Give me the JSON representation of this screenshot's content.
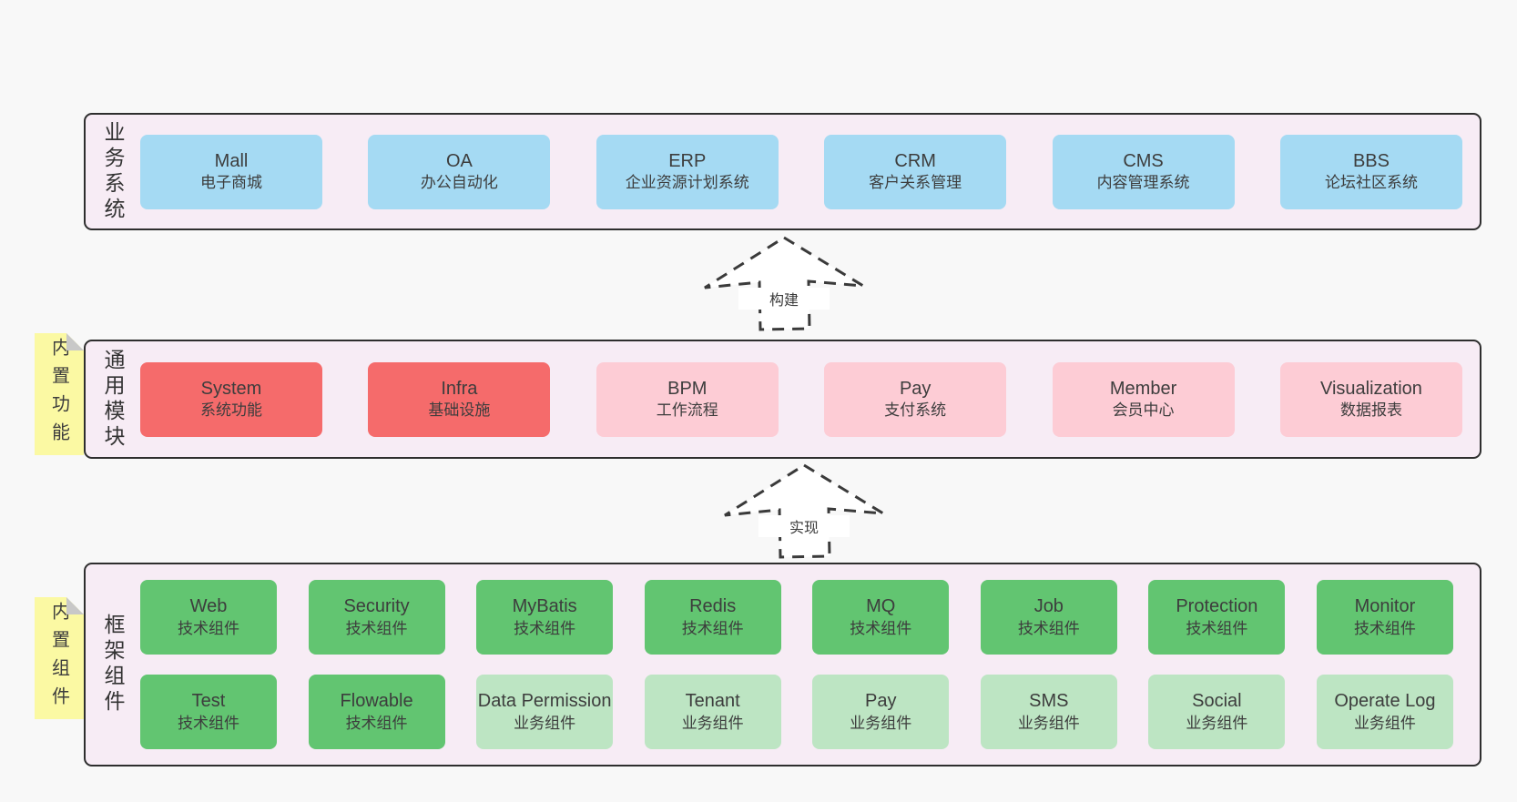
{
  "panels": {
    "business": {
      "label": "业务系统",
      "boxes": [
        {
          "name": "Mall",
          "desc": "电子商城"
        },
        {
          "name": "OA",
          "desc": "办公自动化"
        },
        {
          "name": "ERP",
          "desc": "企业资源计划系统"
        },
        {
          "name": "CRM",
          "desc": "客户关系管理"
        },
        {
          "name": "CMS",
          "desc": "内容管理系统"
        },
        {
          "name": "BBS",
          "desc": "论坛社区系统"
        }
      ]
    },
    "modules": {
      "label": "通用模块",
      "tab": "内置功能",
      "boxes": [
        {
          "name": "System",
          "desc": "系统功能"
        },
        {
          "name": "Infra",
          "desc": "基础设施"
        },
        {
          "name": "BPM",
          "desc": "工作流程"
        },
        {
          "name": "Pay",
          "desc": "支付系统"
        },
        {
          "name": "Member",
          "desc": "会员中心"
        },
        {
          "name": "Visualization",
          "desc": "数据报表"
        }
      ]
    },
    "components": {
      "label": "框架组件",
      "tab": "内置组件",
      "row1": [
        {
          "name": "Web",
          "desc": "技术组件"
        },
        {
          "name": "Security",
          "desc": "技术组件"
        },
        {
          "name": "MyBatis",
          "desc": "技术组件"
        },
        {
          "name": "Redis",
          "desc": "技术组件"
        },
        {
          "name": "MQ",
          "desc": "技术组件"
        },
        {
          "name": "Job",
          "desc": "技术组件"
        },
        {
          "name": "Protection",
          "desc": "技术组件"
        },
        {
          "name": "Monitor",
          "desc": "技术组件"
        }
      ],
      "row2": [
        {
          "name": "Test",
          "desc": "技术组件"
        },
        {
          "name": "Flowable",
          "desc": "技术组件"
        },
        {
          "name": "Data Permission",
          "desc": "业务组件"
        },
        {
          "name": "Tenant",
          "desc": "业务组件"
        },
        {
          "name": "Pay",
          "desc": "业务组件"
        },
        {
          "name": "SMS",
          "desc": "业务组件"
        },
        {
          "name": "Social",
          "desc": "业务组件"
        },
        {
          "name": "Operate Log",
          "desc": "业务组件"
        }
      ]
    }
  },
  "arrows": {
    "build": "构建",
    "implement": "实现"
  },
  "colors": {
    "page_bg": "#f8f8f8",
    "panel_bg": "#f7ecf5",
    "panel_border": "#2e2e2e",
    "blue_box": "#a5daf3",
    "red_box": "#f56b6b",
    "pink_box": "#fdccd5",
    "green_box": "#62c571",
    "light_green_box": "#bde5c3",
    "tab_yellow": "#fbf9a3",
    "fold_gray": "#c8c8c8",
    "text": "#3d3d3d"
  }
}
